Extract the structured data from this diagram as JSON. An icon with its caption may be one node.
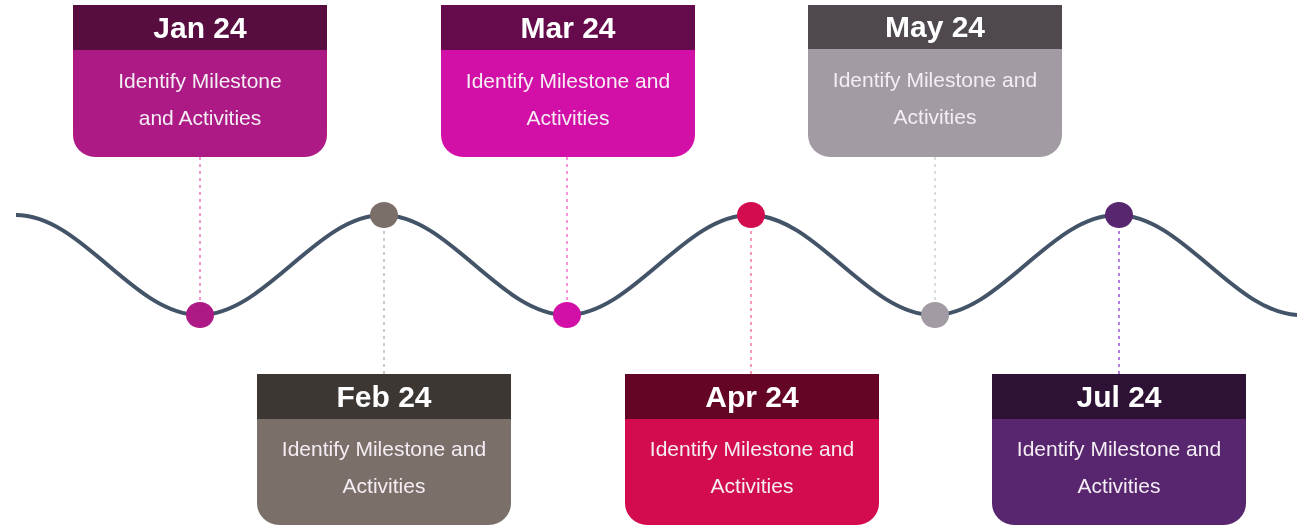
{
  "diagram": {
    "nodes": [
      {
        "text": [
          "Jan 24",
          "Identify Milestone and Activities"
        ]
      },
      {
        "text": [
          "Feb 24",
          "Identify Milestone and Activities"
        ]
      },
      {
        "text": [
          "Mar 24",
          "Identify Milestone and Activities"
        ]
      },
      {
        "text": [
          "Apr 24",
          "Identify Milestone and Activities"
        ]
      },
      {
        "text": [
          "May 24",
          "Identify Milestone and Activities"
        ]
      },
      {
        "text": [
          "Jul 24",
          "Identify Milestone and Activities"
        ]
      },
      {
        "text": [],
        "shape": "circle"
      },
      {
        "text": [],
        "shape": "circle"
      },
      {
        "text": [],
        "shape": "circle"
      },
      {
        "text": [],
        "shape": "circle"
      },
      {
        "text": [],
        "shape": "circle"
      },
      {
        "text": [],
        "shape": "circle"
      }
    ],
    "edges": [
      {
        "from": 0,
        "to": 6,
        "arrow": "none",
        "style": "dashed",
        "color": "#f27cc0"
      },
      {
        "from": 1,
        "to": 7,
        "arrow": "none",
        "style": "dashed",
        "color": "#bdbdbd"
      },
      {
        "from": 2,
        "to": 8,
        "arrow": "none",
        "style": "dashed",
        "color": "#f47ad6"
      },
      {
        "from": 3,
        "to": 9,
        "arrow": "none",
        "style": "dashed",
        "color": "#f57fa4"
      },
      {
        "from": 4,
        "to": 10,
        "arrow": "none",
        "style": "dashed",
        "color": "#d4d4d4"
      },
      {
        "from": 5,
        "to": 11,
        "arrow": "none",
        "style": "dashed",
        "color": "#a45cd6"
      }
    ]
  }
}
